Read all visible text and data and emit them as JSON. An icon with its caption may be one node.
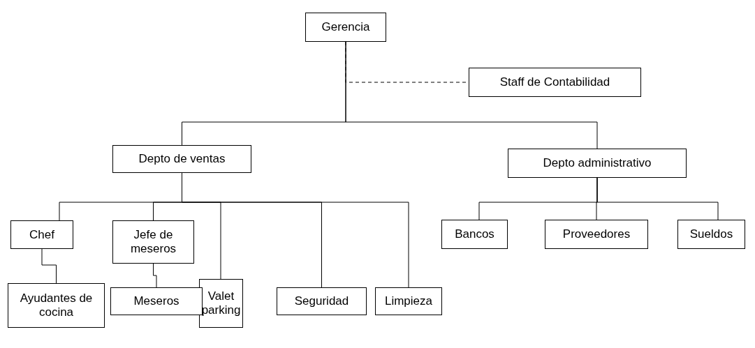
{
  "diagram": {
    "nodes": [
      {
        "text": [
          "Gerencia"
        ]
      },
      {
        "text": [
          "Staff de Contabilidad"
        ]
      },
      {
        "text": [
          "Depto de ventas"
        ]
      },
      {
        "text": [
          "Depto administrativo"
        ]
      },
      {
        "text": [
          "Chef"
        ]
      },
      {
        "text": [
          "Jefe de meseros"
        ]
      },
      {
        "text": [
          "Valet parking"
        ]
      },
      {
        "text": [
          "Seguridad"
        ]
      },
      {
        "text": [
          "Limpieza"
        ]
      },
      {
        "text": [
          "Bancos"
        ]
      },
      {
        "text": [
          "Proveedores"
        ]
      },
      {
        "text": [
          "Sueldos"
        ]
      },
      {
        "text": [
          "Ayudantes de cocina"
        ]
      },
      {
        "text": [
          "Meseros"
        ]
      }
    ],
    "edges": [
      {
        "from": 0,
        "to": 1,
        "arrow": "none",
        "style": "dashed"
      },
      {
        "from": 0,
        "to": 2,
        "arrow": "none"
      },
      {
        "from": 0,
        "to": 3,
        "arrow": "none"
      },
      {
        "from": 2,
        "to": 4,
        "arrow": "none"
      },
      {
        "from": 2,
        "to": 5,
        "arrow": "none"
      },
      {
        "from": 2,
        "to": 6,
        "arrow": "none"
      },
      {
        "from": 2,
        "to": 7,
        "arrow": "none"
      },
      {
        "from": 2,
        "to": 8,
        "arrow": "none"
      },
      {
        "from": 3,
        "to": 9,
        "arrow": "none"
      },
      {
        "from": 3,
        "to": 10,
        "arrow": "none"
      },
      {
        "from": 3,
        "to": 11,
        "arrow": "none"
      },
      {
        "from": 4,
        "to": 12,
        "arrow": "none"
      },
      {
        "from": 5,
        "to": 13,
        "arrow": "none"
      }
    ]
  }
}
